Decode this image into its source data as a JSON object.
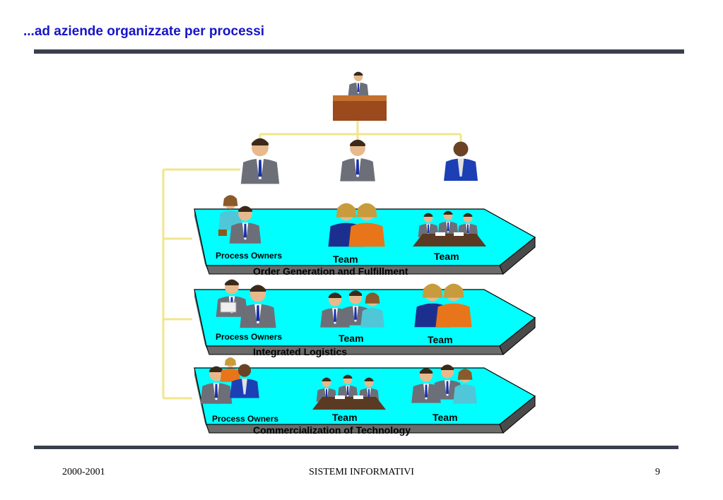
{
  "slide": {
    "title": "...ad aziende organizzate per processi"
  },
  "diagram": {
    "processes": [
      {
        "name": "Order Generation and Fulfillment",
        "owners_label": "Process Owners",
        "team_labels": [
          "Team",
          "Team"
        ]
      },
      {
        "name": "Integrated Logistics",
        "owners_label": "Process Owners",
        "team_labels": [
          "Team",
          "Team"
        ]
      },
      {
        "name": "Commercialization of Technology",
        "owners_label": "Process Owners",
        "team_labels": [
          "Team",
          "Team"
        ]
      }
    ],
    "colors": {
      "arrow_fill": "#00ffff",
      "arrow_shadow": "#6b6b6b",
      "connector": "#f0e68c",
      "desk": "#9a4a1c"
    }
  },
  "footer": {
    "left": "2000-2001",
    "center": "SISTEMI INFORMATIVI",
    "right": "9"
  }
}
